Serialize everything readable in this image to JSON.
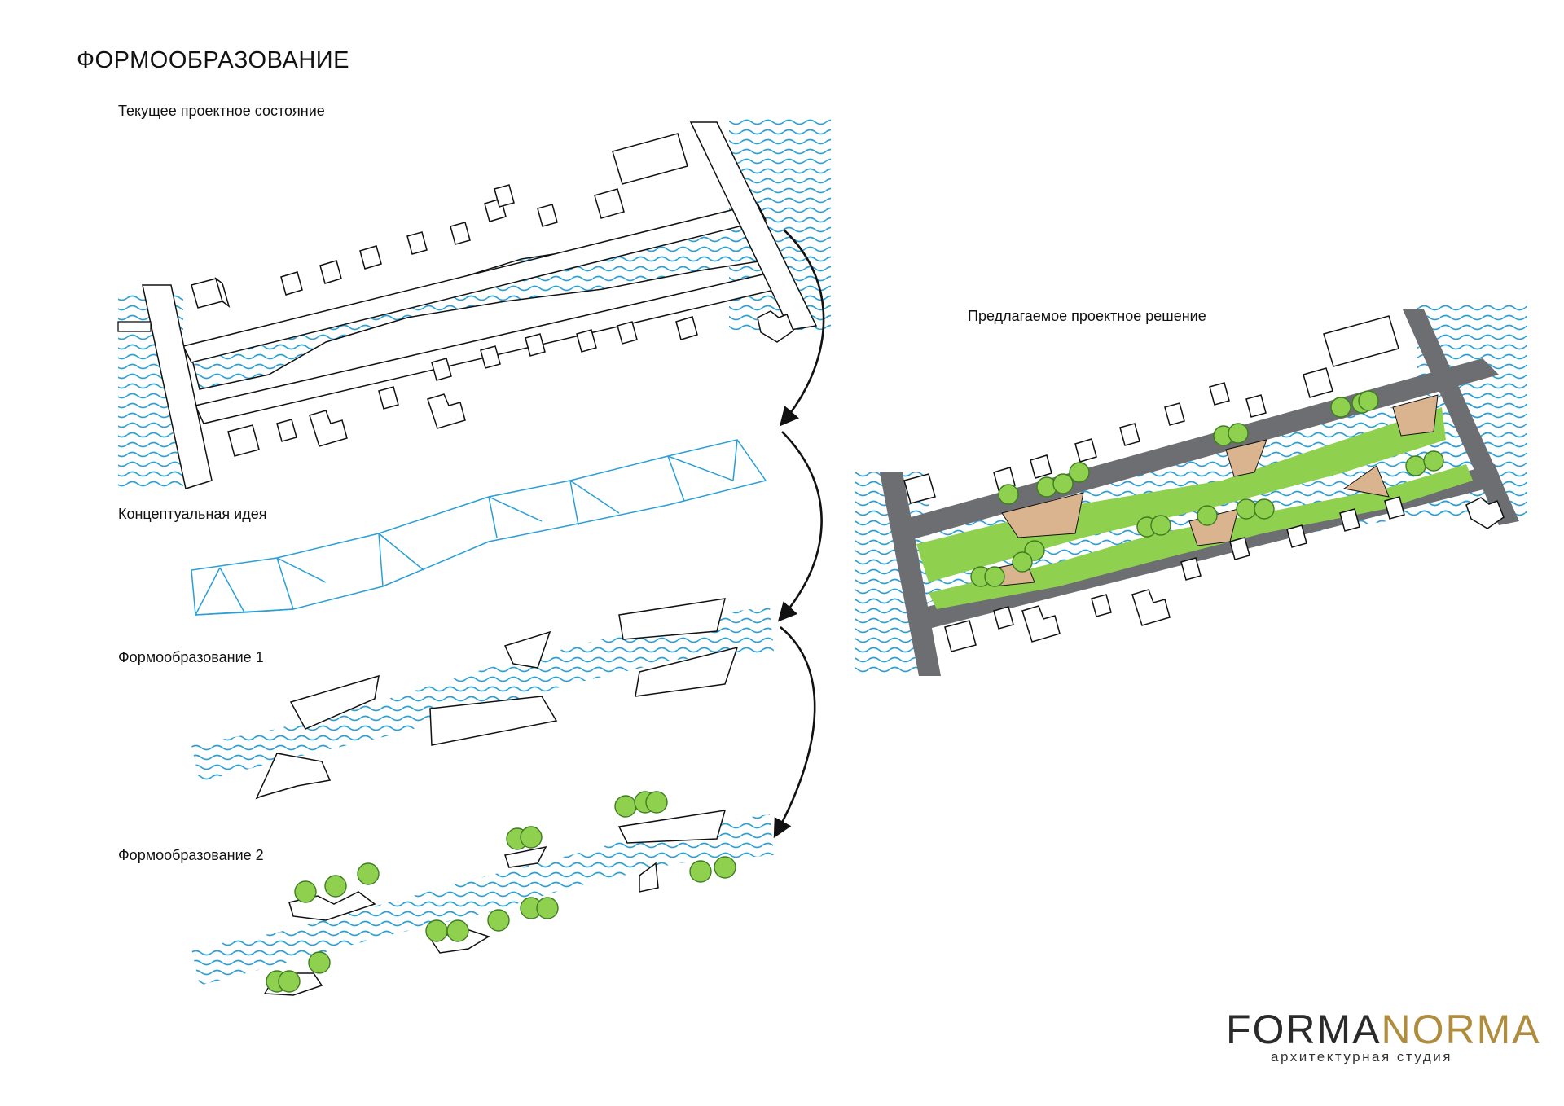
{
  "title": "ФОРМООБРАЗОВАНИЕ",
  "labels": {
    "current_state": "Текущее проектное состояние",
    "concept": "Концептуальная идея",
    "forming_1": "Формообразование 1",
    "forming_2": "Формообразование 2",
    "proposed": "Предлагаемое проектное решение"
  },
  "logo": {
    "forma": "FORMA",
    "norma": "NORMA",
    "subtitle": "архитектурная студия"
  },
  "colors": {
    "water": "#2a9fd6",
    "concept_lines": "#2a9fd6",
    "greenery": "#8fd14f",
    "tree_stroke": "#3e7d22",
    "plaza": "#d9b48f",
    "road": "#6d6e71",
    "logo_gold": "#b08c3e",
    "outline": "#111111"
  }
}
